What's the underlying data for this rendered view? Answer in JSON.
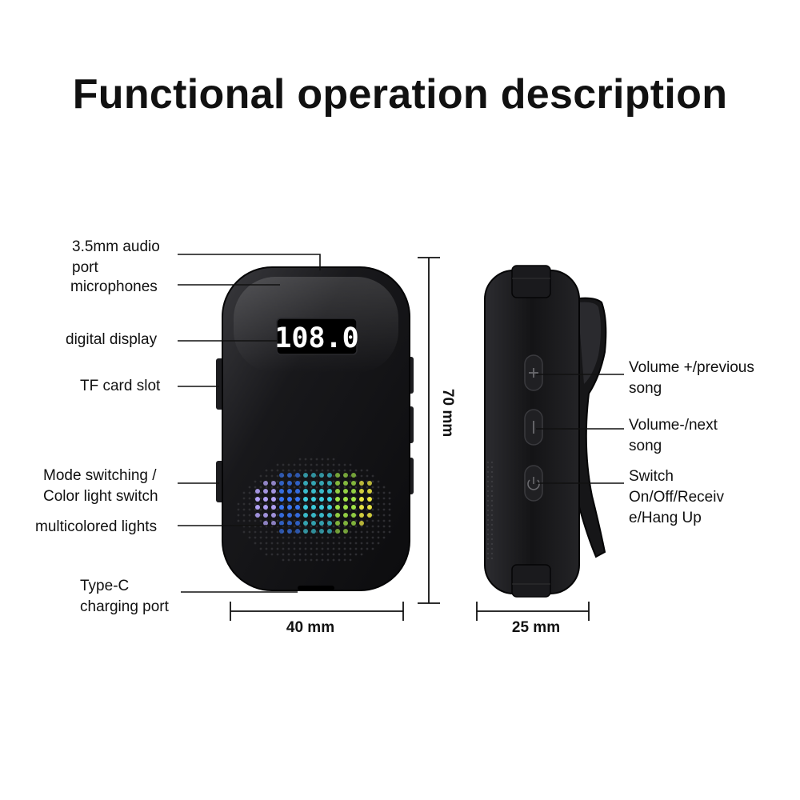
{
  "title": "Functional operation description",
  "display_reading": "108.0",
  "labels": {
    "audio_port": [
      "3.5mm audio",
      "port"
    ],
    "microphones": "microphones",
    "digital_display": "digital display",
    "tf_card_slot": "TF card slot",
    "mode_switching": [
      "Mode switching /",
      "Color light switch"
    ],
    "multicolored_lights": "multicolored lights",
    "type_c": [
      "Type-C",
      "charging port"
    ],
    "volume_up": [
      "Volume +/previous",
      "song"
    ],
    "volume_down": [
      "Volume-/next",
      "song"
    ],
    "power_switch": [
      "Switch",
      "On/Off/Receiv",
      "e/Hang Up"
    ]
  },
  "dimensions": {
    "height": "70 mm",
    "width": "40 mm",
    "depth": "25 mm"
  },
  "icons": [
    "plus-icon",
    "minus-icon",
    "power-icon"
  ],
  "colors": {
    "device_body": "#141416",
    "display_text": "#ffffff",
    "light_cyan": "#3fd6e8",
    "light_blue": "#3a7bff",
    "light_green": "#a8ef4a",
    "light_yellow": "#f2ee45"
  }
}
